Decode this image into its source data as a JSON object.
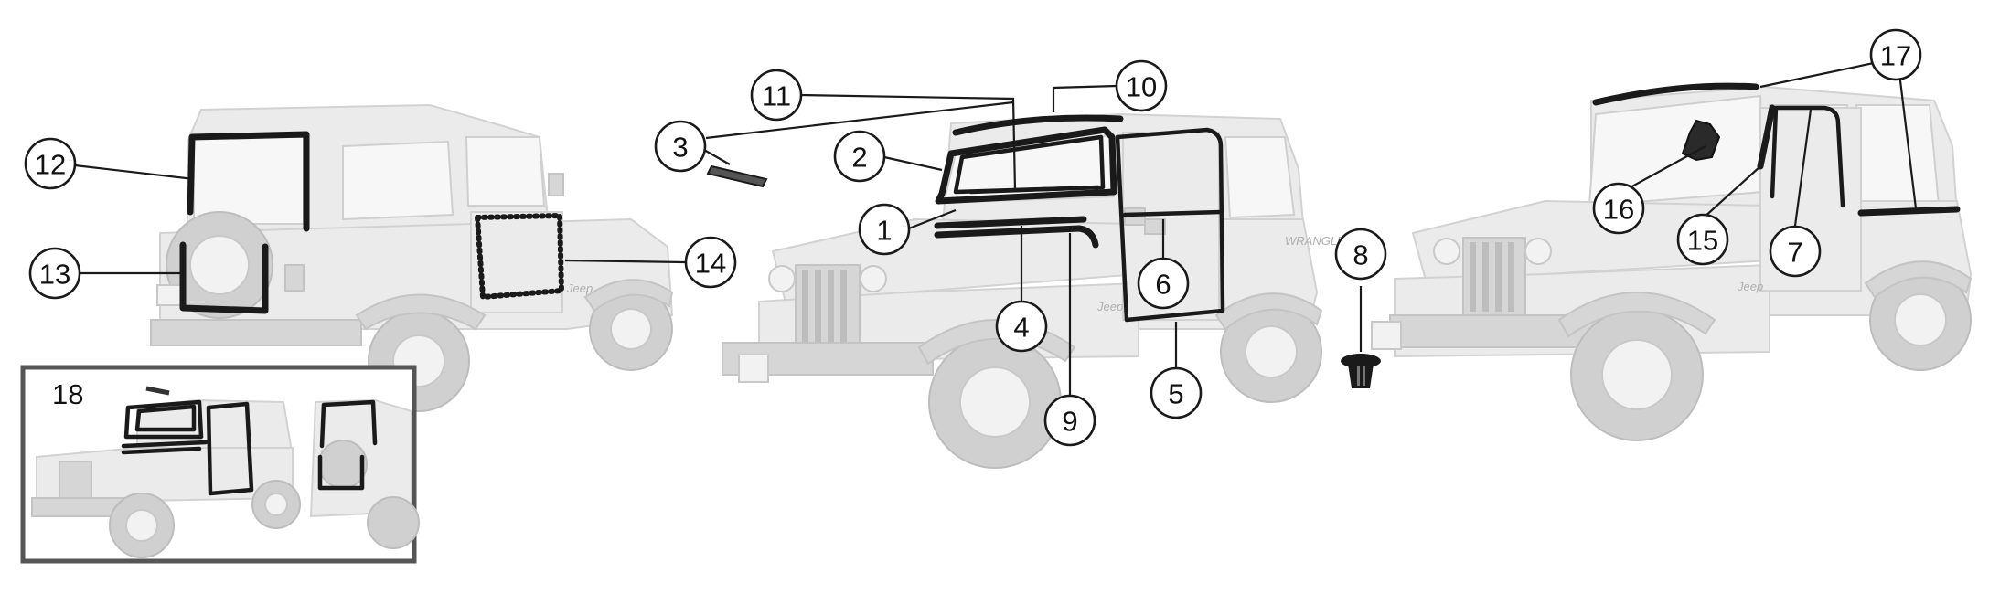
{
  "callouts": [
    {
      "id": "1",
      "label": "1"
    },
    {
      "id": "2",
      "label": "2"
    },
    {
      "id": "3",
      "label": "3"
    },
    {
      "id": "4",
      "label": "4"
    },
    {
      "id": "5",
      "label": "5"
    },
    {
      "id": "6",
      "label": "6"
    },
    {
      "id": "7",
      "label": "7"
    },
    {
      "id": "8",
      "label": "8"
    },
    {
      "id": "9",
      "label": "9"
    },
    {
      "id": "10",
      "label": "10"
    },
    {
      "id": "11",
      "label": "11"
    },
    {
      "id": "12",
      "label": "12"
    },
    {
      "id": "13",
      "label": "13"
    },
    {
      "id": "14",
      "label": "14"
    },
    {
      "id": "15",
      "label": "15"
    },
    {
      "id": "16",
      "label": "16"
    },
    {
      "id": "17",
      "label": "17"
    }
  ],
  "inset": {
    "label": "18"
  },
  "vehicle_badges": {
    "side": "Jeep",
    "hood": "Jeep",
    "hood_model": "WRANGLER"
  }
}
